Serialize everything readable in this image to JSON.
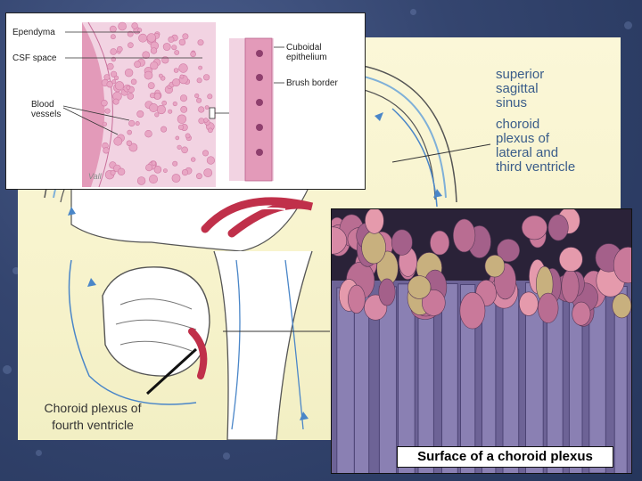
{
  "diagram": {
    "label_sss": [
      "superior",
      "sagittal",
      "sinus"
    ],
    "label_choroid": [
      "choroid",
      "plexus of",
      "lateral and",
      "third ventricle"
    ],
    "label_fourth": [
      "Choroid plexus of",
      "fourth ventricle"
    ]
  },
  "histology": {
    "ependyma": "Ependyma",
    "csf_space": "CSF space",
    "blood_vessels": [
      "Blood",
      "vessels"
    ],
    "cuboidal": [
      "Cuboidal",
      "epithelium"
    ],
    "brush_border": "Brush border",
    "signature": "Vall"
  },
  "sem": {
    "caption": "Surface of a choroid plexus"
  },
  "colors": {
    "background": "#34456f",
    "panel": "#f7f3cc",
    "label_blue": "#3a5d8a",
    "plexus_red": "#c0304a",
    "tissue_pink": "#e8a6c4"
  }
}
